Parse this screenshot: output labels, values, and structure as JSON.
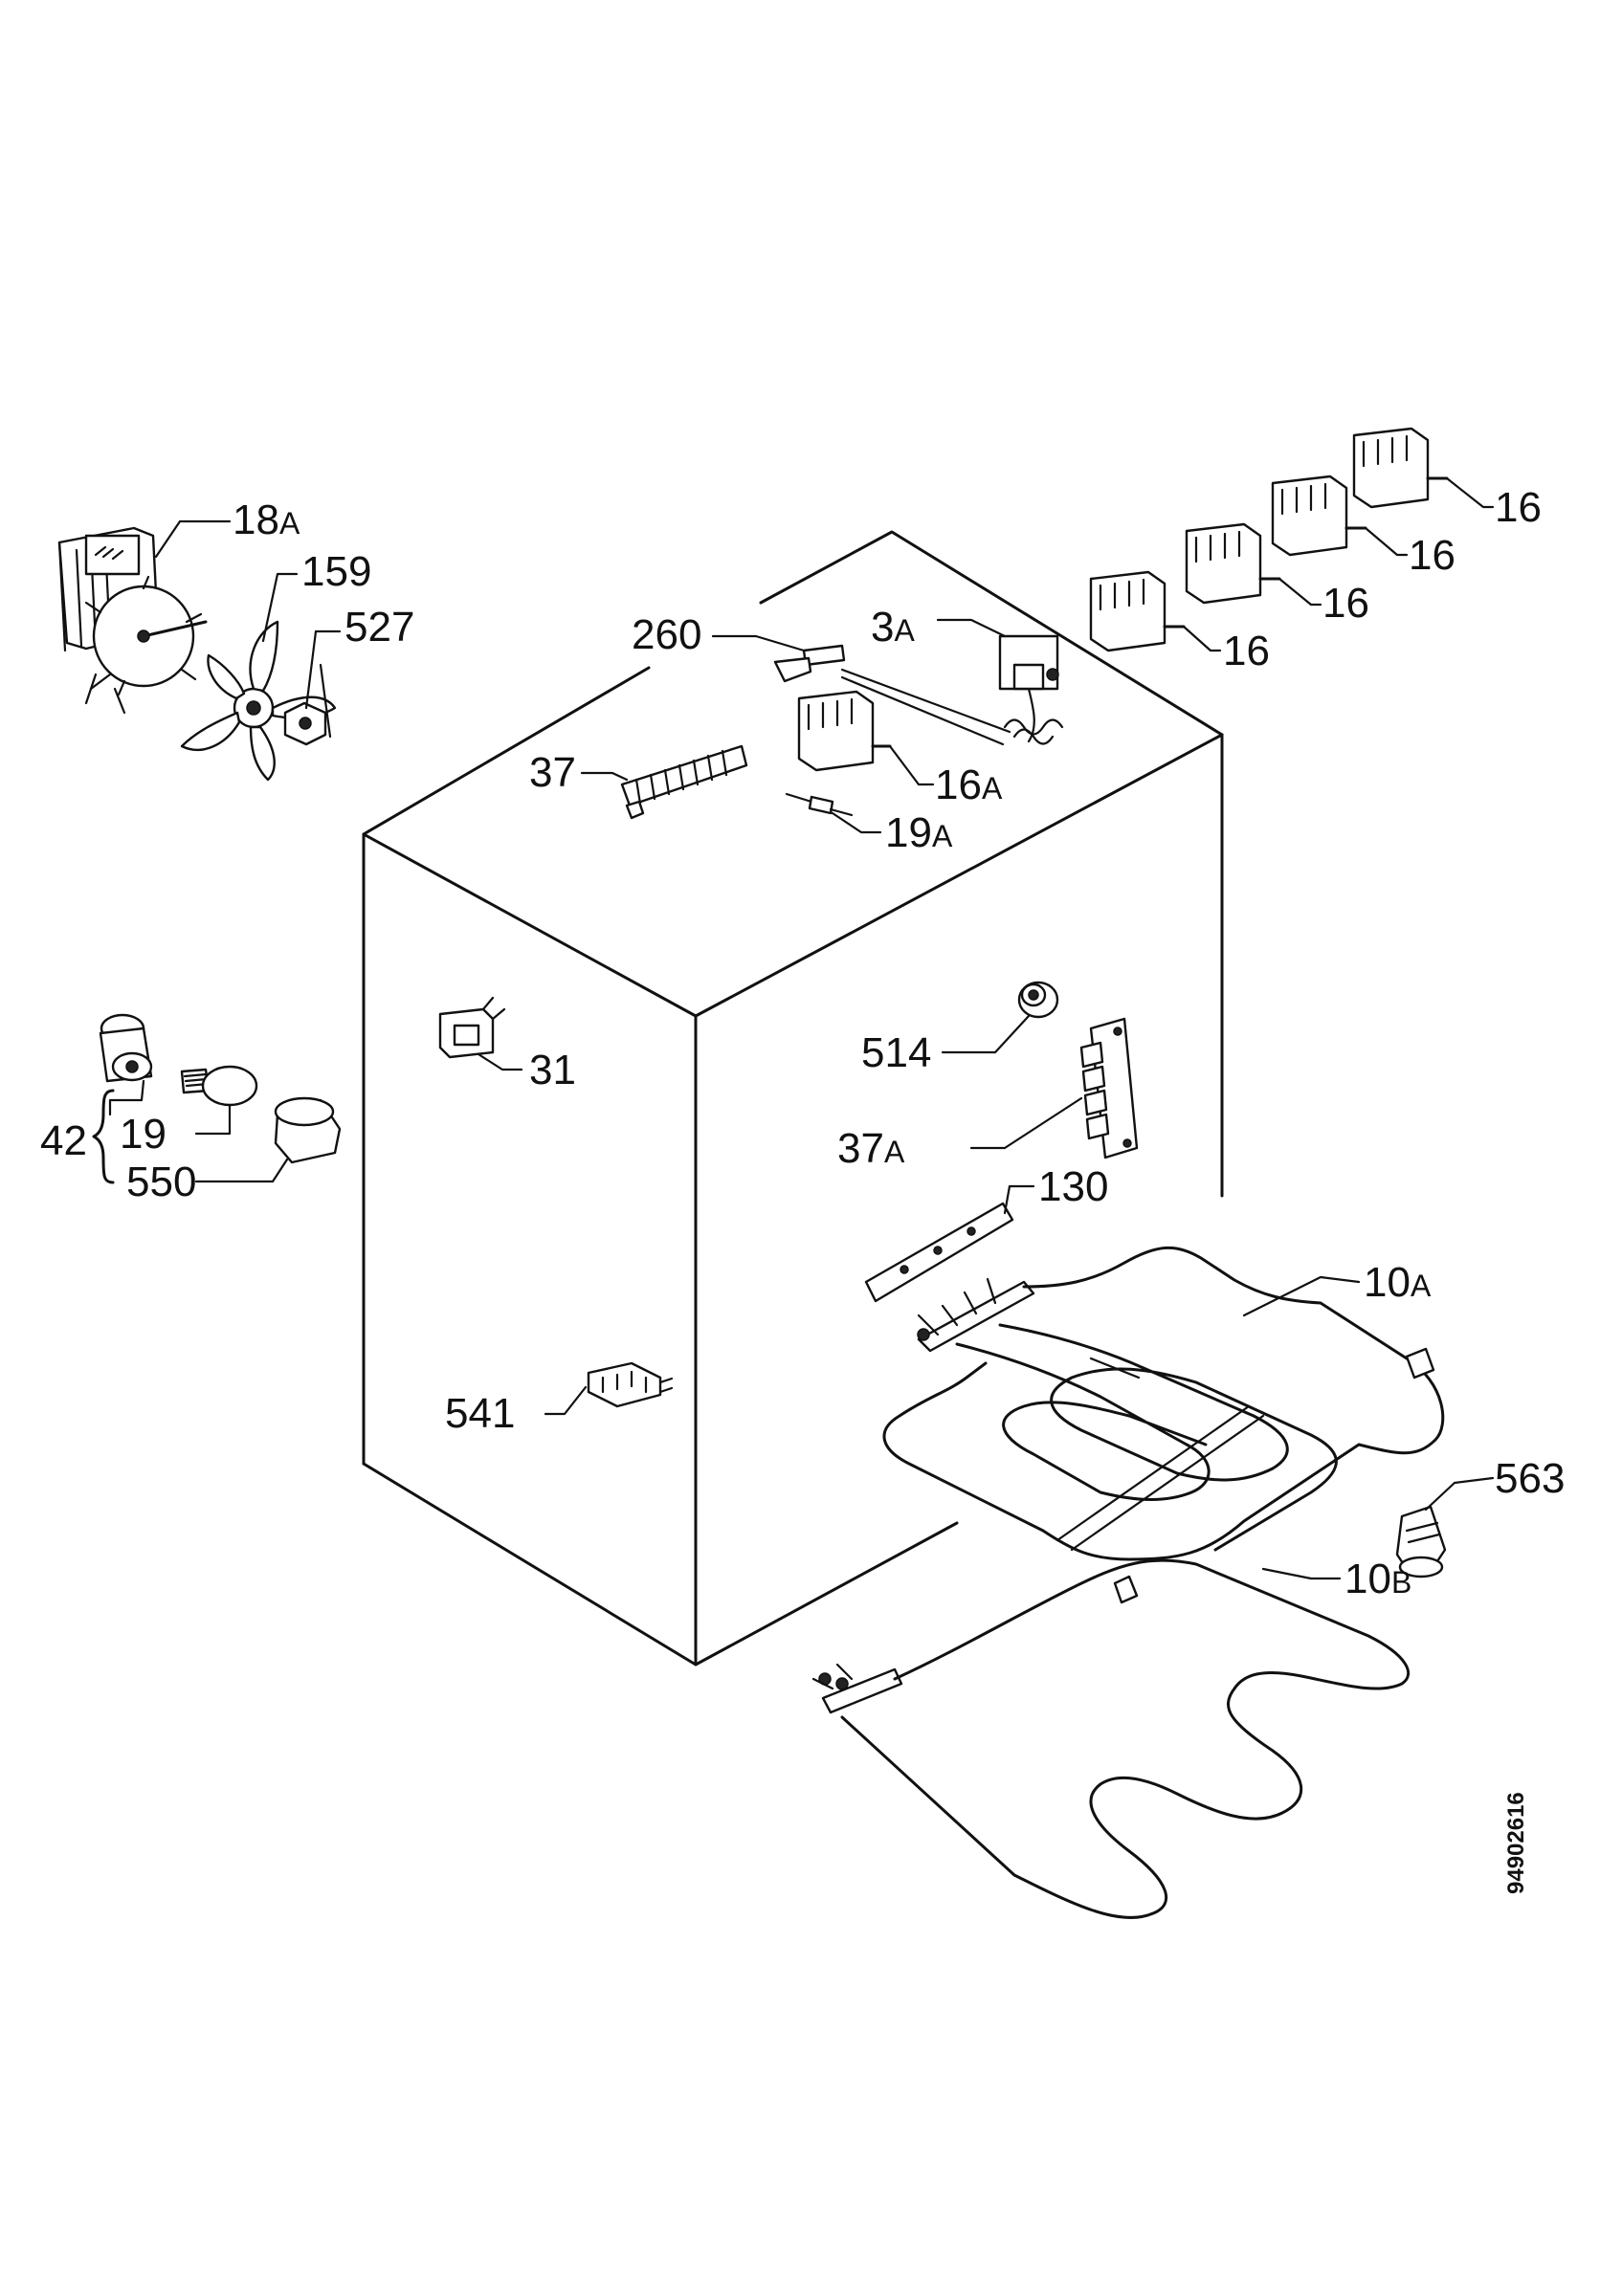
{
  "parts": {
    "p18a": {
      "num": "18",
      "suffix": "A"
    },
    "p159": {
      "num": "159",
      "suffix": ""
    },
    "p527": {
      "num": "527",
      "suffix": ""
    },
    "p260": {
      "num": "260",
      "suffix": ""
    },
    "p3a": {
      "num": "3",
      "suffix": "A"
    },
    "p16_1": {
      "num": "16",
      "suffix": ""
    },
    "p16_2": {
      "num": "16",
      "suffix": ""
    },
    "p16_3": {
      "num": "16",
      "suffix": ""
    },
    "p16_4": {
      "num": "16",
      "suffix": ""
    },
    "p37": {
      "num": "37",
      "suffix": ""
    },
    "p16a": {
      "num": "16",
      "suffix": "A"
    },
    "p19a": {
      "num": "19",
      "suffix": "A"
    },
    "p31": {
      "num": "31",
      "suffix": ""
    },
    "p42": {
      "num": "42",
      "suffix": ""
    },
    "p19": {
      "num": "19",
      "suffix": ""
    },
    "p550": {
      "num": "550",
      "suffix": ""
    },
    "p514": {
      "num": "514",
      "suffix": ""
    },
    "p37a": {
      "num": "37",
      "suffix": "A"
    },
    "p130": {
      "num": "130",
      "suffix": ""
    },
    "p10a": {
      "num": "10",
      "suffix": "A"
    },
    "p541": {
      "num": "541",
      "suffix": ""
    },
    "p563": {
      "num": "563",
      "suffix": ""
    },
    "p10b": {
      "num": "10",
      "suffix": "B"
    }
  },
  "drawing_code": "94902616"
}
